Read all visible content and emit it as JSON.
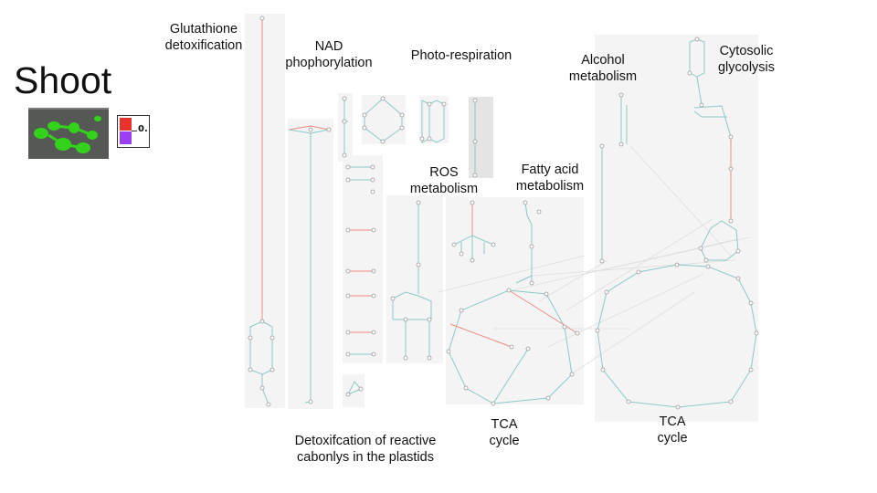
{
  "title": "Shoot",
  "legend": {
    "value_text": "0.",
    "colors": {
      "high": "#e8312a",
      "low": "#9b3ff2"
    }
  },
  "colors": {
    "edge": "#8cc8c8",
    "highlight": "#f08a7e",
    "node_stroke": "#9a9a9a",
    "panel": "#f4f4f4",
    "thumb_plant": "#33d31c"
  },
  "labels": {
    "glutathione": "Glutathione\ndetoxification",
    "nad": "NAD\nphophorylation",
    "photorespiration": "Photo-respiration",
    "alcohol": "Alcohol\nmetabolism",
    "cytosolic": "Cytosolic\nglycolysis",
    "ros": "ROS\nmetabolism",
    "fatty_acid": "Fatty acid\nmetabolism",
    "tca_1": "TCA\ncycle",
    "tca_2": "TCA\ncycle",
    "detox_carbonyls": "Detoxifcation of reactive\ncabonlys in the plastids"
  }
}
